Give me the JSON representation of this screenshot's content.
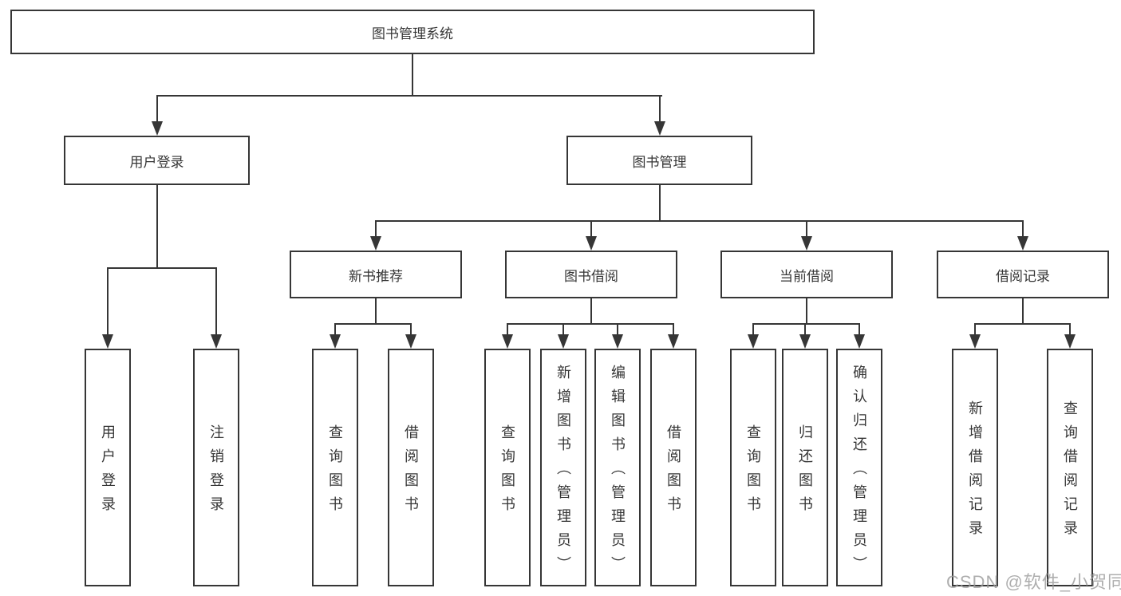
{
  "diagram": {
    "root": "图书管理系统",
    "level2": [
      "用户登录",
      "图书管理"
    ],
    "level3": [
      "新书推荐",
      "图书借阅",
      "当前借阅",
      "借阅记录"
    ],
    "leaves": {
      "user_login": [
        "用户登录",
        "注销登录"
      ],
      "new_book_recommend": [
        "查询图书",
        "借阅图书"
      ],
      "book_borrow": [
        "查询图书",
        "新增图书（管理员）",
        "编辑图书（管理员）",
        "借阅图书"
      ],
      "current_borrow": [
        "查询图书",
        "归还图书",
        "确认归还（管理员）"
      ],
      "borrow_records": [
        "新增借阅记录",
        "查询借阅记录"
      ]
    },
    "watermark": "CSDN @软件_小贺同学",
    "colors": {
      "line": "#363636",
      "text": "#363636",
      "watermark": "#9a9a9a"
    }
  }
}
